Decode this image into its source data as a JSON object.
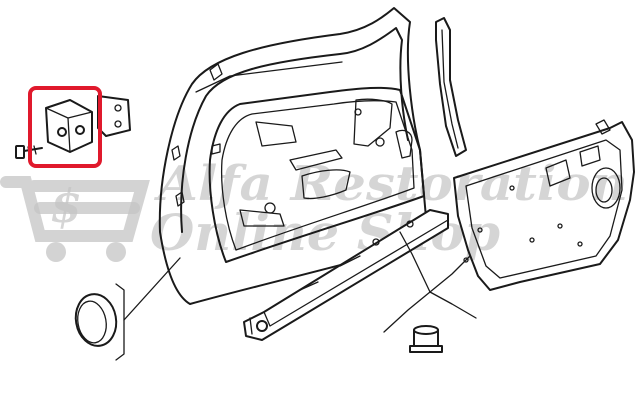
{
  "watermark": {
    "line1": "Alfa Restoration",
    "line2": "Online Shop",
    "logo_icon": "shopping-cart-icon",
    "color": "#c4c4c4"
  },
  "highlight": {
    "part": "door-lock-striker-bracket",
    "color": "#e0192c"
  }
}
